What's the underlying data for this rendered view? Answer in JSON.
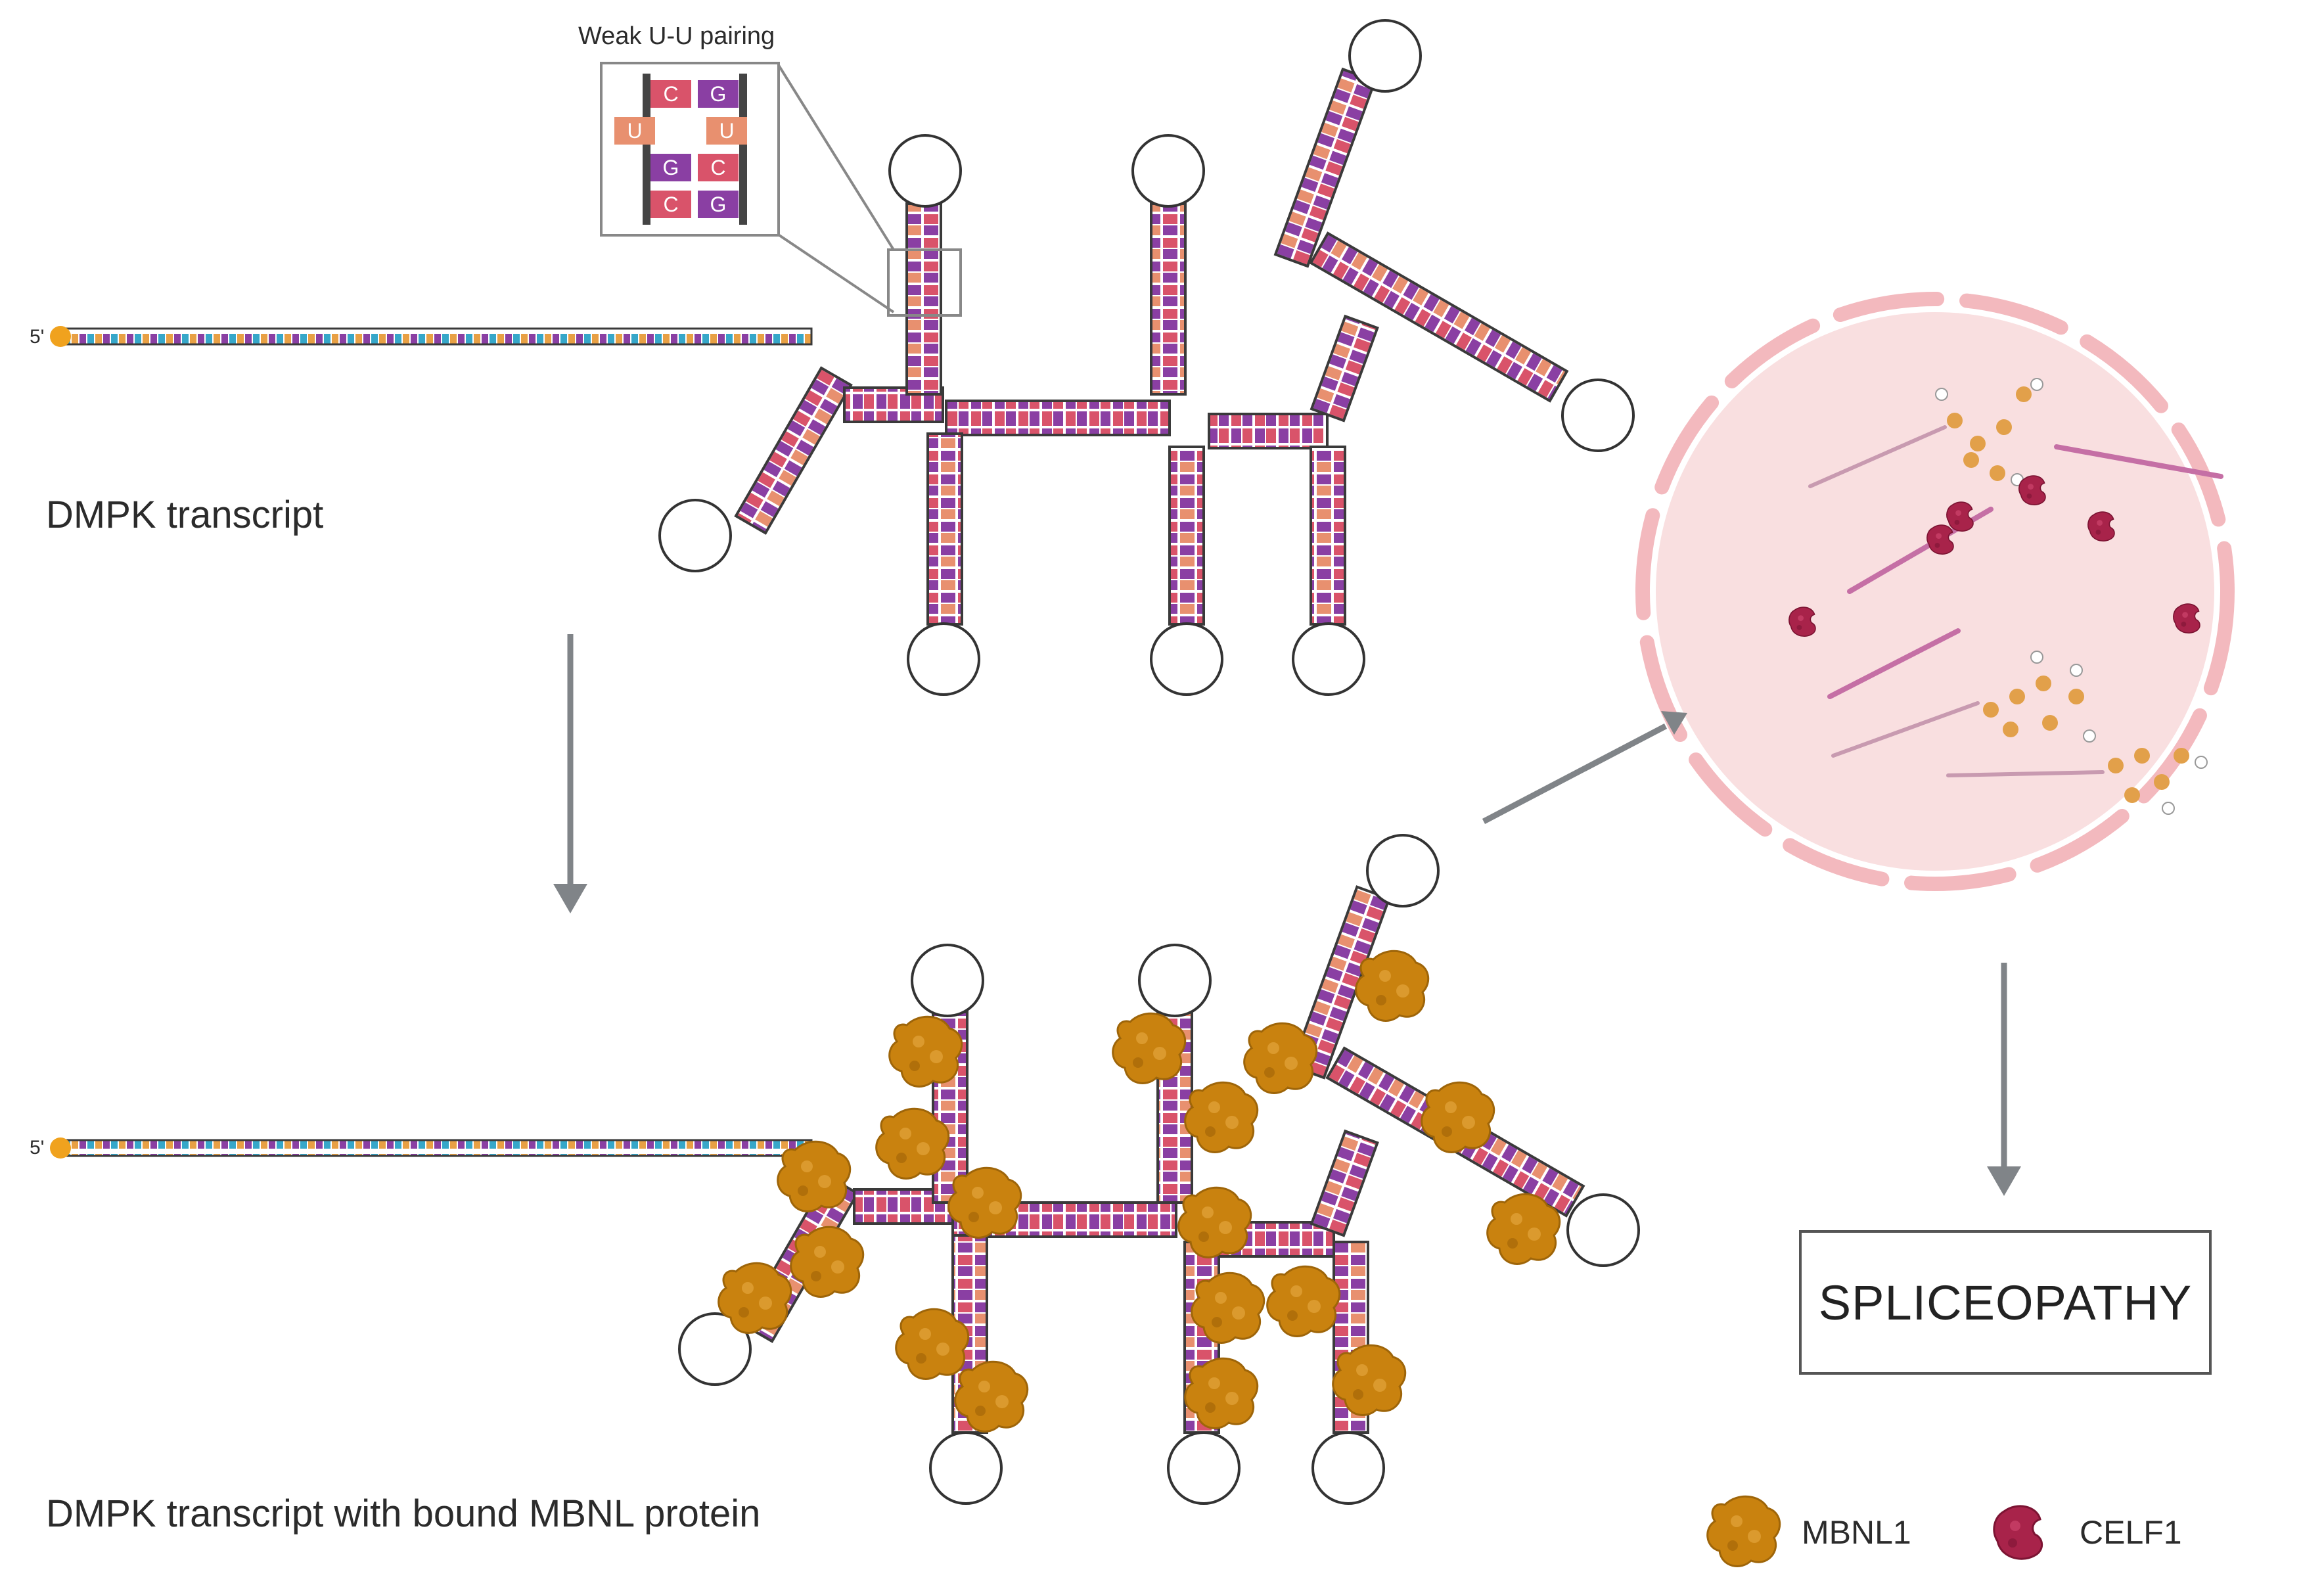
{
  "labels": {
    "transcript": "DMPK transcript",
    "transcript_bound": "DMPK transcript with bound MBNL protein",
    "inset_title": "Weak U-U pairing",
    "outcome": "SPLICEOPATHY",
    "five_prime_top": "5'",
    "five_prime_bottom": "5'"
  },
  "inset": {
    "rows": [
      {
        "left": "C",
        "right": "G"
      },
      {
        "left": "U",
        "right": "U"
      },
      {
        "left": "G",
        "right": "C"
      },
      {
        "left": "C",
        "right": "G"
      }
    ]
  },
  "legend": [
    {
      "name": "MBNL1",
      "color": "#C9820F"
    },
    {
      "name": "CELF1",
      "color": "#A8234A"
    }
  ],
  "colors": {
    "stem_pink": "#D9536A",
    "stem_purple": "#8A3FA3",
    "stem_salmon": "#E8906F",
    "strand": "#3a3a3a",
    "arrow": "#808488",
    "nucleus_fill": "#F9DFE0",
    "nucleus_border": "#F3B9BE",
    "mbnl": "#C9820F",
    "celf": "#A8234A"
  }
}
